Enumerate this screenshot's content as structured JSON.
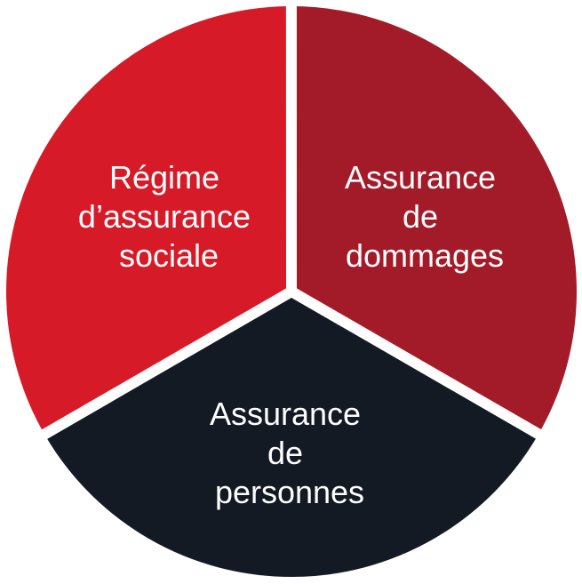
{
  "diagram": {
    "type": "pie",
    "segments": [
      {
        "lines": [
          "Régime",
          "d’assurance",
          "sociale"
        ],
        "color": "#d71a28",
        "share": 0.3333
      },
      {
        "lines": [
          "Assurance",
          "de",
          "dommages"
        ],
        "color": "#a31b29",
        "share": 0.3333
      },
      {
        "lines": [
          "Assurance",
          "de",
          "personnes"
        ],
        "color": "#131a24",
        "share": 0.3333
      }
    ],
    "separator_color": "#ffffff"
  }
}
